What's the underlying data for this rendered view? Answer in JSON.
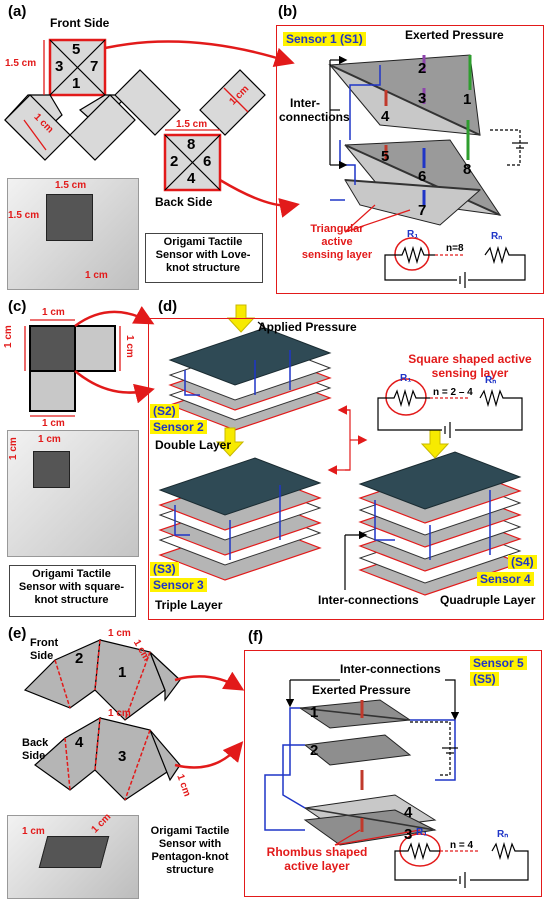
{
  "panels": {
    "a": "(a)",
    "b": "(b)",
    "c": "(c)",
    "d": "(d)",
    "e": "(e)",
    "f": "(f)"
  },
  "panel_a": {
    "front_side": "Front Side",
    "back_side": "Back Side",
    "dims": {
      "d1": "1.5 cm",
      "d2": "1 cm",
      "d3": "1 cm",
      "d4": "1.5 cm"
    },
    "front_numbers": [
      "5",
      "3",
      "7",
      "1"
    ],
    "back_numbers": [
      "8",
      "2",
      "6",
      "4"
    ],
    "photo_dims": {
      "w": "1.5 cm",
      "h": "1.5 cm",
      "s": "1 cm"
    },
    "caption": [
      "Origami Tactile",
      "Sensor with Love-",
      "knot structure"
    ]
  },
  "panel_b": {
    "title": "Sensor 1 (S1)",
    "pressure": "Exerted Pressure",
    "interconnections": [
      "Inter-",
      "connections"
    ],
    "layers": [
      "2",
      "1",
      "3",
      "4",
      "5",
      "6",
      "8",
      "7"
    ],
    "active_layer": [
      "Triangular",
      "active",
      "sensing layer"
    ],
    "circuit": {
      "r1": "R₁",
      "rn": "Rₙ",
      "n": "n=8"
    }
  },
  "panel_c": {
    "dims": {
      "top": "1 cm",
      "left": "1 cm",
      "right": "1 cm",
      "bottom": "1 cm"
    },
    "photo_dims": {
      "w": "1 cm",
      "h": "1 cm"
    },
    "caption": [
      "Origami Tactile",
      "Sensor with square-",
      "knot structure"
    ]
  },
  "panel_d": {
    "applied_pressure": "Applied Pressure",
    "active_layer": [
      "Square shaped active",
      "sensing layer"
    ],
    "circuit": {
      "r1": "R₁",
      "rn": "Rₙ",
      "n": "n = 2 – 4"
    },
    "s2": {
      "tag": "(S2)",
      "name": "Sensor 2",
      "layer": "Double Layer"
    },
    "s3": {
      "tag": "(S3)",
      "name": "Sensor 3",
      "layer": "Triple Layer"
    },
    "s4": {
      "tag": "(S4)",
      "name": "Sensor 4",
      "layer": "Quadruple Layer"
    },
    "interconnections": "Inter-connections"
  },
  "panel_e": {
    "front_side": [
      "Front",
      "Side"
    ],
    "back_side": [
      "Back",
      "Side"
    ],
    "front_numbers": [
      "2",
      "1"
    ],
    "back_numbers": [
      "4",
      "3"
    ],
    "dims": {
      "f1": "1 cm",
      "f2": "1 cm",
      "b1": "1 cm",
      "b2": "1 cm",
      "p1": "1 cm",
      "p2": "1 cm"
    },
    "caption": [
      "Origami Tactile",
      "Sensor with",
      "Pentagon-knot",
      "structure"
    ]
  },
  "panel_f": {
    "tag": [
      "Sensor 5",
      "(S5)"
    ],
    "interconnections": "Inter-connections",
    "pressure": "Exerted Pressure",
    "layers": [
      "1",
      "2",
      "4",
      "3"
    ],
    "active_layer": [
      "Rhombus shaped",
      "active layer"
    ],
    "circuit": {
      "r1": "R₁",
      "rn": "Rₙ",
      "n": "n =  4"
    }
  },
  "colors": {
    "accent_red": "#e21a1a",
    "blue": "#1f35c7",
    "yellow": "#fff200",
    "layer_dark": "#2f4a55",
    "layer_gray": "#b5b5b5"
  }
}
